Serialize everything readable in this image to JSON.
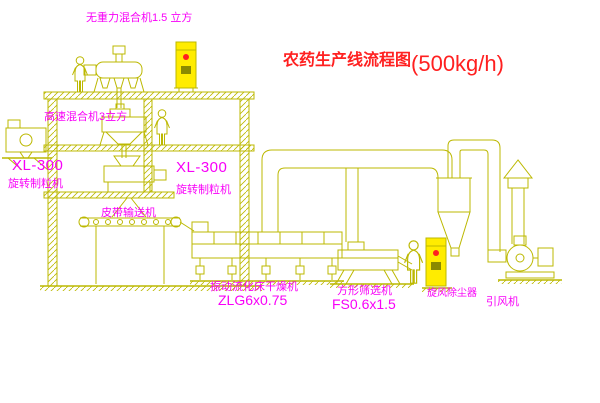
{
  "background": "#ffffff",
  "colors": {
    "line": "#bcb800",
    "cabinet_fill": "#ffec00",
    "marker_red": "#ff2020",
    "label_magenta": "#f800f8",
    "title_red": "#ff2020"
  },
  "title": {
    "text": "农药生产线流程图",
    "capacity": "(500kg/h)"
  },
  "labels": {
    "zero_gravity_mixer": "无重力混合机1.5 立方",
    "high_speed_mixer": "高速混合机3立方",
    "granulator_left_model": "XL-300",
    "granulator_left_name": "旋转制粒机",
    "granulator_mid_model": "XL-300",
    "granulator_mid_name": "旋转制粒机",
    "belt_conveyor": "皮带输送机",
    "dryer": "振动流化床干燥机",
    "dryer_model": "ZLG6x0.75",
    "sieve": "方形筛选机",
    "sieve_model": "FS0.6x1.5",
    "cyclone": "旋风除尘器",
    "fan": "引风机"
  }
}
